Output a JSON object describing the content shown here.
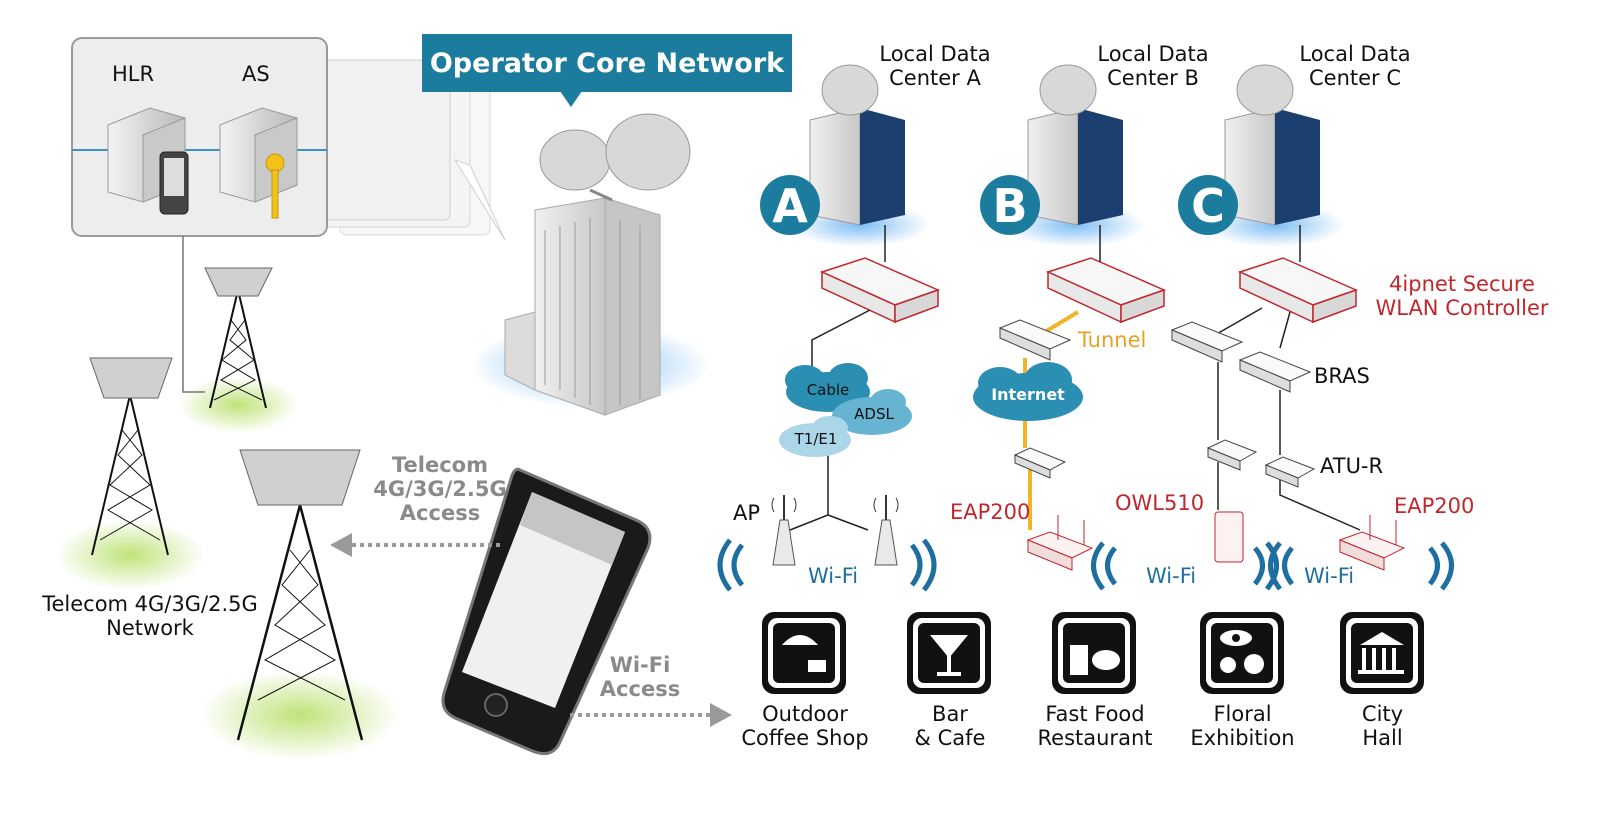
{
  "core": {
    "title": "Operator Core Network",
    "hlr": "HLR",
    "as": "AS"
  },
  "datacenters": [
    {
      "letter": "A",
      "label_l1": "Local Data",
      "label_l2": "Center A"
    },
    {
      "letter": "B",
      "label_l1": "Local Data",
      "label_l2": "Center B"
    },
    {
      "letter": "C",
      "label_l1": "Local Data",
      "label_l2": "Center C"
    }
  ],
  "controller": {
    "l1": "4ipnet Secure",
    "l2": "WLAN Controller"
  },
  "net": {
    "tunnel": "Tunnel",
    "bras": "BRAS",
    "internet": "Internet",
    "cable": "Cable",
    "adsl": "ADSL",
    "t1e1": "T1/E1",
    "ap": "AP",
    "atur": "ATU-R",
    "eap200_left": "EAP200",
    "owl510": "OWL510",
    "eap200_right": "EAP200",
    "wifi": [
      "Wi-Fi",
      "Wi-Fi",
      "Wi-Fi"
    ]
  },
  "telecom": {
    "access_l1": "Telecom",
    "access_l2": "4G/3G/2.5G",
    "access_l3": "Access",
    "network_l1": "Telecom 4G/3G/2.5G",
    "network_l2": "Network"
  },
  "wifi_access": {
    "l1": "Wi-Fi",
    "l2": "Access"
  },
  "venues": [
    {
      "l1": "Outdoor",
      "l2": "Coffee Shop",
      "icon": "coffee-umbrella-icon"
    },
    {
      "l1": "Bar",
      "l2": "& Cafe",
      "icon": "martini-glass-icon"
    },
    {
      "l1": "Fast Food",
      "l2": "Restaurant",
      "icon": "fast-food-icon"
    },
    {
      "l1": "Floral",
      "l2": "Exhibition",
      "icon": "flower-eye-icon"
    },
    {
      "l1": "City",
      "l2": "Hall",
      "icon": "city-hall-icon"
    }
  ],
  "colors": {
    "accent": "#1c7c9e",
    "red": "#c0272d",
    "wifi_blue": "#1f6ea0",
    "tunnel": "#e6a224",
    "cloud": "#2a8fb3"
  }
}
